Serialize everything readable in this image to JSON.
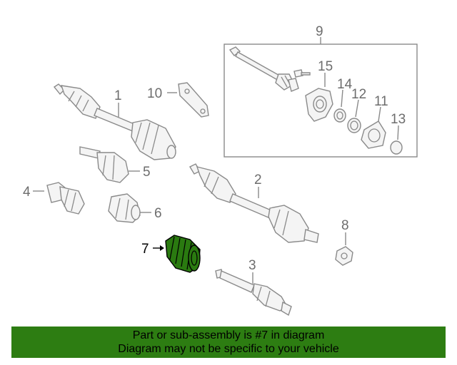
{
  "callouts": {
    "c1": "1",
    "c2": "2",
    "c3": "3",
    "c4": "4",
    "c5": "5",
    "c6": "6",
    "c7": "7",
    "c8": "8",
    "c9": "9",
    "c10": "10",
    "c11": "11",
    "c12": "12",
    "c13": "13",
    "c14": "14",
    "c15": "15"
  },
  "highlighted_part": "7",
  "colors": {
    "highlight": "#2d7d12",
    "line": "#8a8a8a"
  },
  "banner": {
    "line1": "Part or sub-assembly is #7 in diagram",
    "line2": "Diagram may not be specific to your vehicle"
  }
}
